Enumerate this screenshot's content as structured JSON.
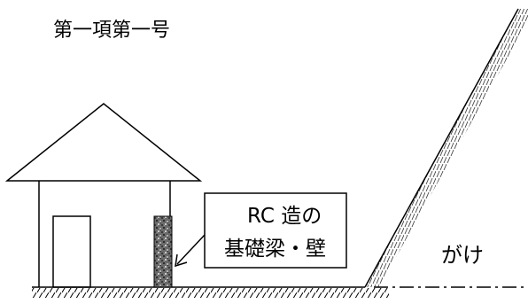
{
  "title": "第一項第一号",
  "callout": {
    "line1": "RC 造の",
    "line2": "基礎梁・壁"
  },
  "cliff_label": "がけ",
  "colors": {
    "stroke": "#000000",
    "background": "#ffffff",
    "wall_pattern": "#555555"
  }
}
